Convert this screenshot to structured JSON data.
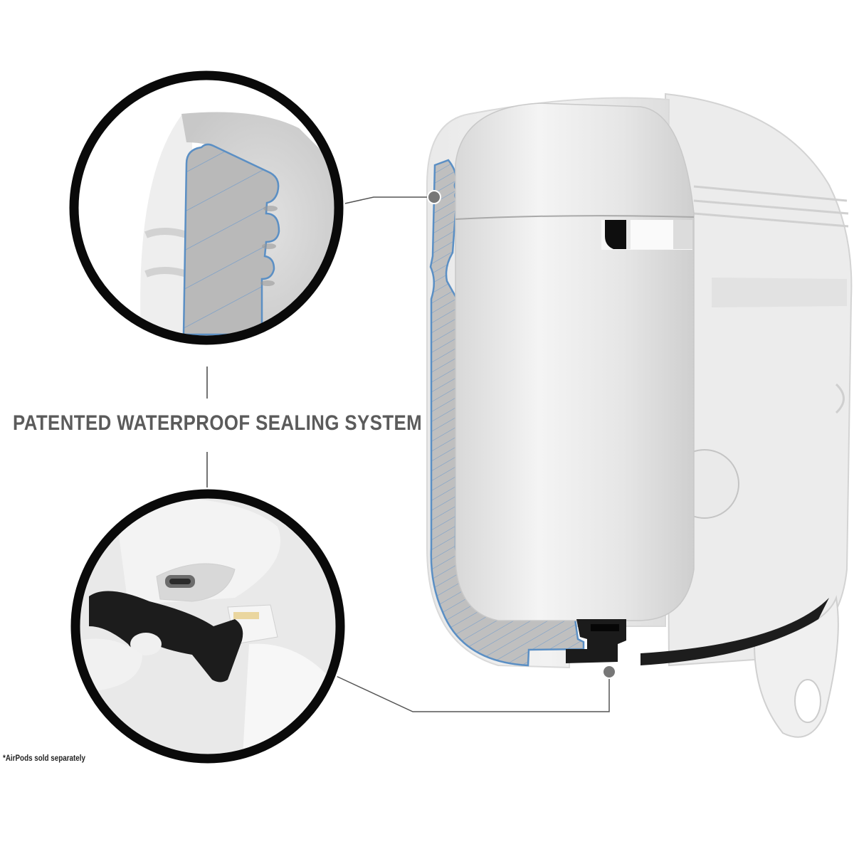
{
  "headline": "PATENTED WATERPROOF SEALING SYSTEM",
  "footnote": "*AirPods sold separately",
  "callouts": [
    {
      "name": "seal-ridges-detail",
      "subject": "waterproof seal ridges cross-section"
    },
    {
      "name": "charging-port-detail",
      "subject": "lightning port plug with black rubber cover"
    }
  ],
  "colors": {
    "background": "#ffffff",
    "headline_text": "#5b5b5b",
    "footnote_text": "#222222",
    "ring_black": "#0a0a0a",
    "cross_section_outline": "#5b8fc4",
    "cross_section_fill": "#bdbdbd",
    "case_white": "#eeeeee",
    "case_shade": "#d6d6d6",
    "leader_line": "#555555",
    "marker_dot": "#777777",
    "plug_black": "#1c1c1c"
  }
}
